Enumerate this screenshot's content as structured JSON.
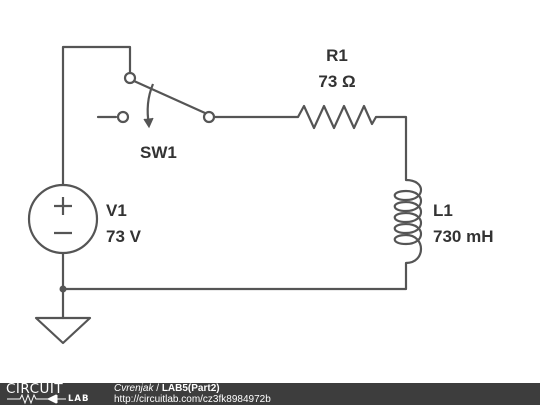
{
  "components": {
    "r1": {
      "name": "R1",
      "value": "73 Ω"
    },
    "sw1": {
      "name": "SW1"
    },
    "v1": {
      "name": "V1",
      "value": "73 V"
    },
    "l1": {
      "name": "L1",
      "value": "730 mH"
    }
  },
  "footer": {
    "logo_top": "CIRCUIT",
    "logo_bottom": "LAB",
    "author": "Cvrenjak",
    "separator": " / ",
    "project": "LAB5(Part2)",
    "url": "http://circuitlab.com/cz3fk8984972b"
  },
  "colors": {
    "wire": "#555555",
    "label": "#333333",
    "footer_bg": "#3d3d3d",
    "footer_text": "#ffffff"
  },
  "icons": {
    "switch": "spdt-switch-icon",
    "source": "dc-voltage-source-icon",
    "resistor": "resistor-zigzag-icon",
    "inductor": "inductor-coil-icon",
    "ground": "ground-icon"
  }
}
